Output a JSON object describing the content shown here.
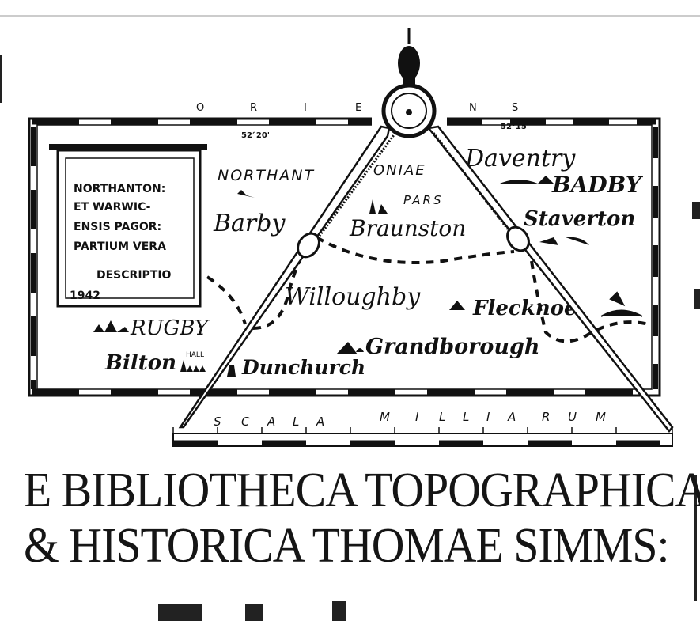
{
  "map": {
    "orientation_letters": [
      "O",
      "R",
      "I",
      "E",
      "N",
      "S"
    ],
    "latitude_left": "52°20'",
    "latitude_right": "52°15'",
    "cartouche": {
      "lines": [
        "NORTHANTON:",
        "ET WARWIC-",
        "ENSIS PAGOR:",
        "PARTIUM VERA",
        "DESCRIPTIO"
      ],
      "year": "1942"
    },
    "region_label_left": "NORTHANT",
    "region_label_right": "ONIAE",
    "region_label_sub": "PARS",
    "places": {
      "barby": "Barby",
      "braunston": "Braunston",
      "daventry": "Daventry",
      "badby": "BADBY",
      "staverton": "Staverton",
      "willoughby": "Willoughby",
      "flecknoe": "Flecknoe",
      "rugby": "RUGBY",
      "bilton": "Bilton",
      "hall": "HALL",
      "dunchurch": "Dunchurch",
      "grandborough": "Grandborough"
    },
    "scale_label": [
      "S",
      "C",
      "A",
      "L",
      "A",
      "M",
      "I",
      "L",
      "L",
      "I",
      "A",
      "R",
      "U",
      "M"
    ]
  },
  "title": {
    "line1": "E BIBLIOTHECA TOPOGRAPHICA",
    "line2": "& HISTORICA THOMAE SIMMS:"
  }
}
